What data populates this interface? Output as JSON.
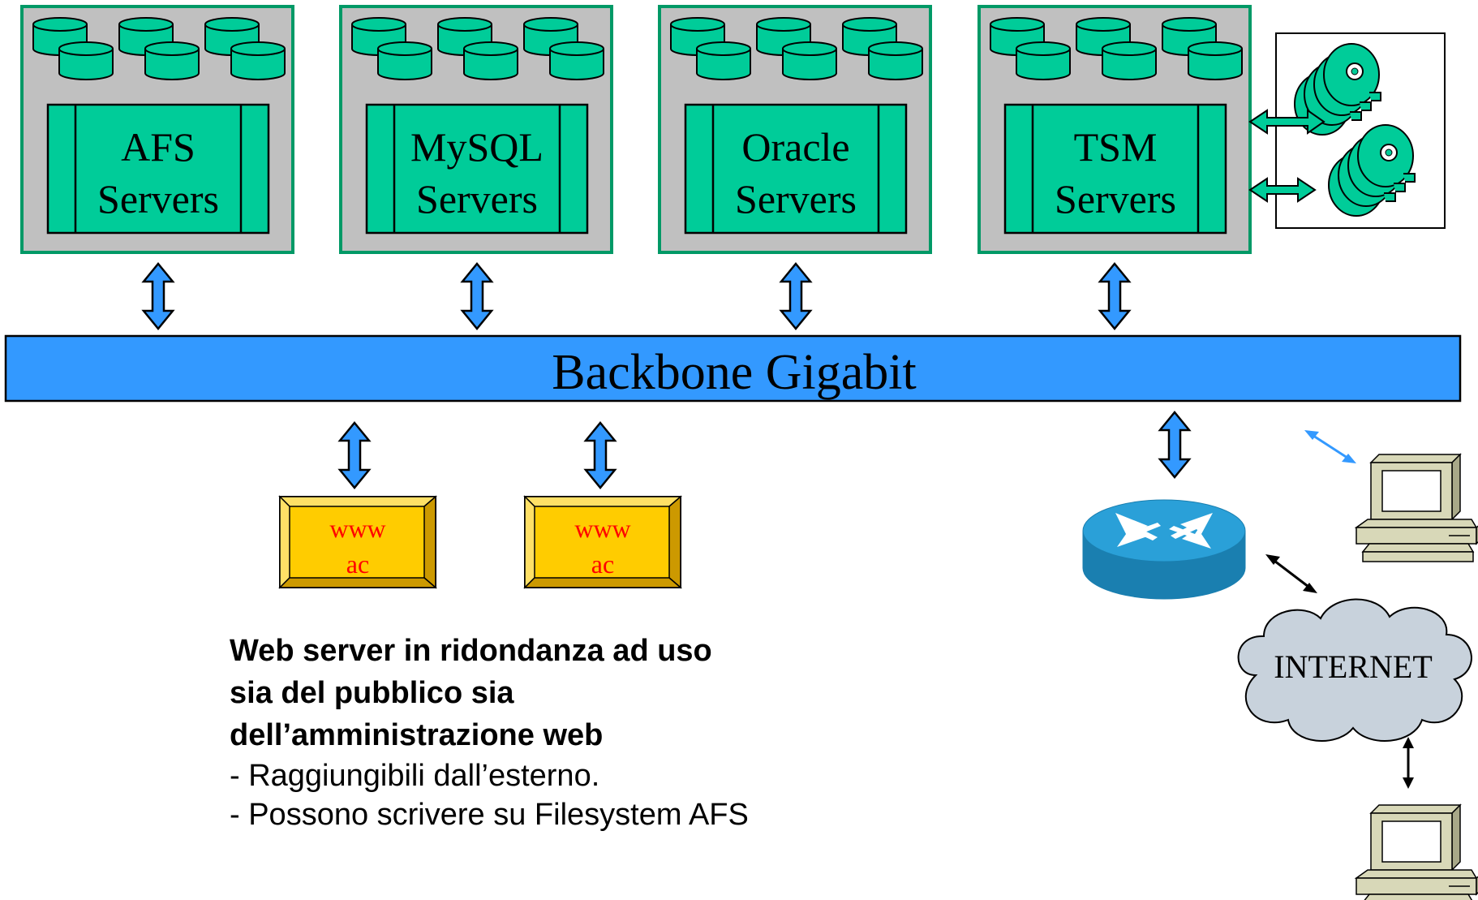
{
  "servers": [
    {
      "line1": "AFS",
      "line2": "Servers"
    },
    {
      "line1": "MySQL",
      "line2": "Servers"
    },
    {
      "line1": "Oracle",
      "line2": "Servers"
    },
    {
      "line1": "TSM",
      "line2": "Servers"
    }
  ],
  "backbone": {
    "label": "Backbone Gigabit"
  },
  "web_servers": [
    {
      "line1": "www",
      "line2": "ac"
    },
    {
      "line1": "www",
      "line2": "ac"
    }
  ],
  "internet": {
    "label": "INTERNET"
  },
  "description": {
    "bold_lines": [
      "Web server in ridondanza ad uso",
      "sia del pubblico sia",
      "dell’amministrazione  web"
    ],
    "bullets": [
      "- Raggiungibili  dall’esterno.",
      "- Possono  scrivere su Filesystem AFS"
    ]
  },
  "colors": {
    "server_fill": "#00cc99",
    "server_box_bg": "#c0c0c0",
    "server_box_border": "#009966",
    "backbone_fill": "#3399ff",
    "arrow_fill": "#3399ff",
    "web_server_fill": "#ffcc00",
    "cloud_fill": "#c8d2dc",
    "router_fill": "#1f8fc4"
  },
  "icons": [
    "database-icon",
    "tape-drive-icon",
    "router-icon",
    "cloud-icon",
    "computer-icon"
  ]
}
